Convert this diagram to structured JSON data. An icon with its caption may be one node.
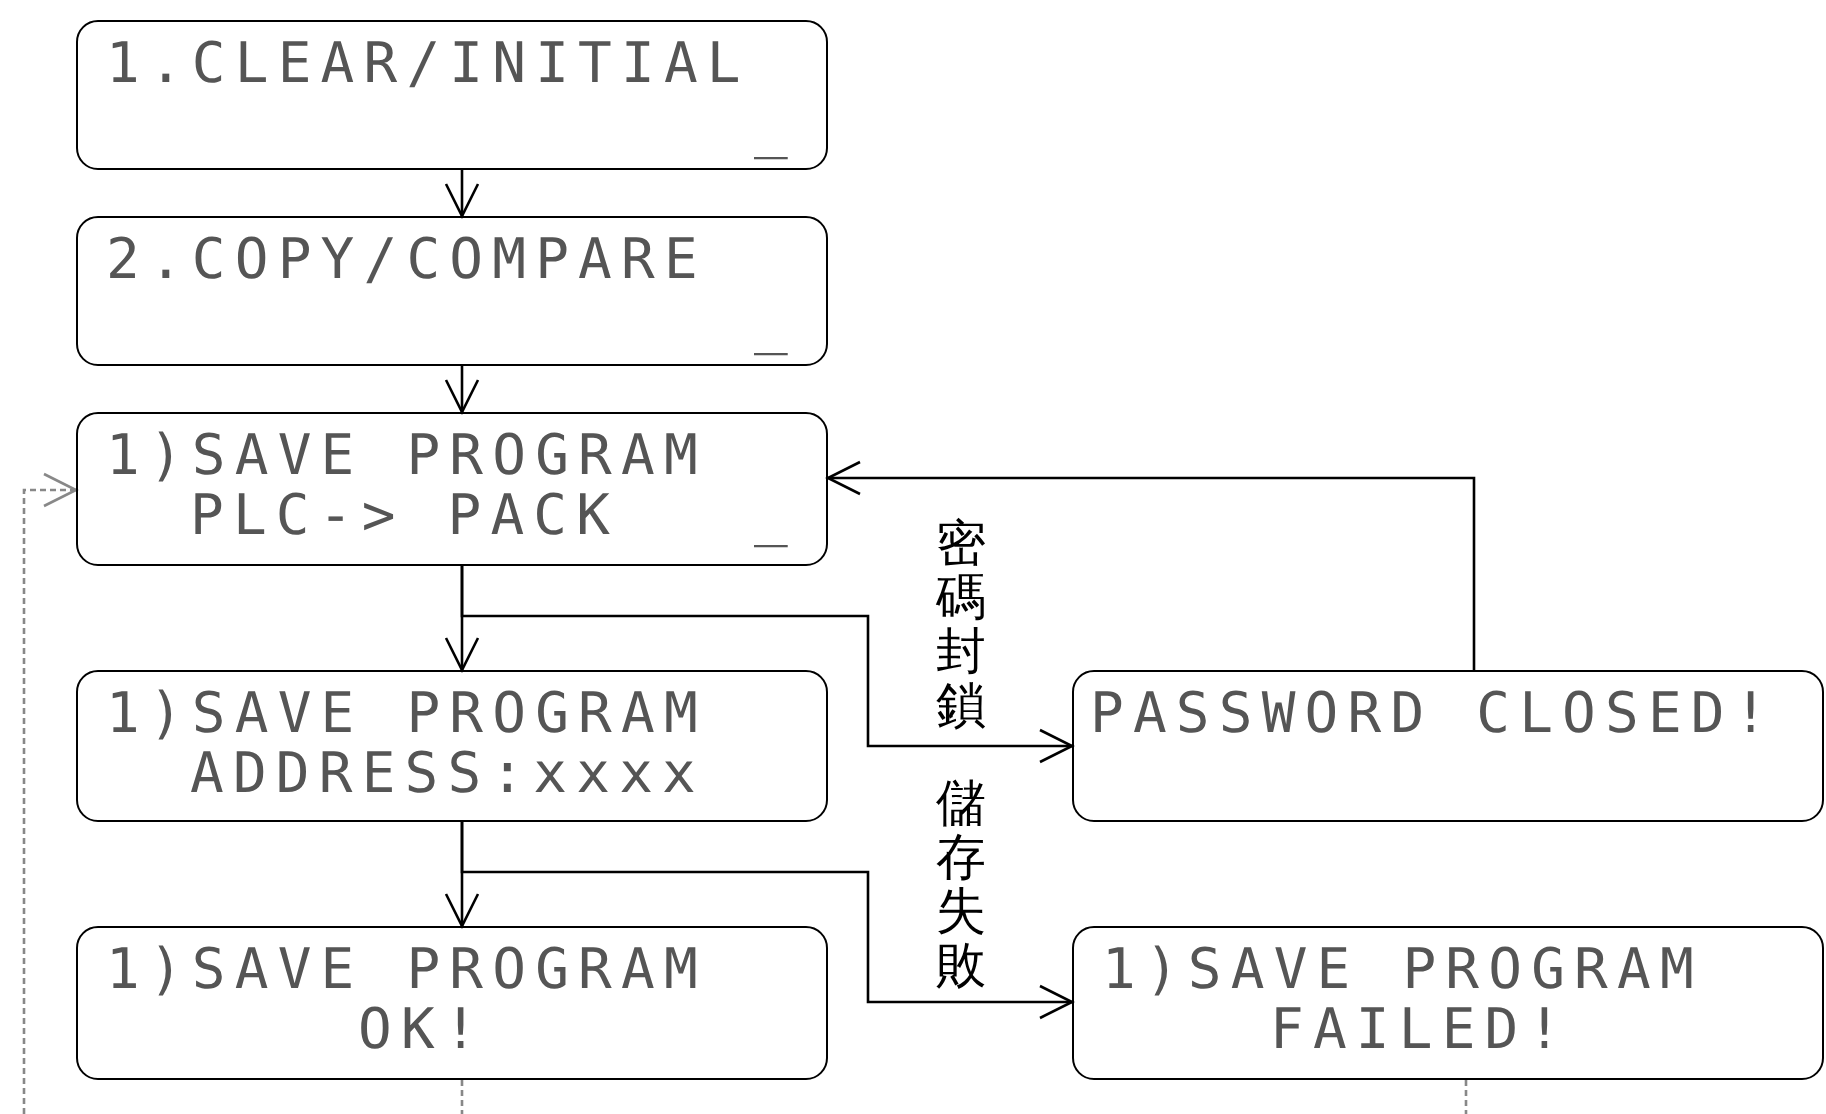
{
  "diagram": {
    "nodes": [
      {
        "text": [
          "1.CLEAR/INITIAL",
          "_"
        ]
      },
      {
        "text": [
          "2.COPY/COMPARE",
          "_"
        ]
      },
      {
        "text": [
          "1)SAVE PROGRAM",
          "PLC-> PACK",
          "_"
        ]
      },
      {
        "text": [
          "1)SAVE PROGRAM",
          "ADDRESS:xxxx"
        ]
      },
      {
        "text": [
          "PASSWORD CLOSED!"
        ]
      },
      {
        "text": [
          "1)SAVE PROGRAM",
          "OK!"
        ]
      },
      {
        "text": [
          "1)SAVE PROGRAM",
          "FAILED!"
        ]
      }
    ],
    "edges": [
      {
        "from": 0,
        "to": 1,
        "arrow": "to"
      },
      {
        "from": 1,
        "to": 2,
        "arrow": "to"
      },
      {
        "from": 2,
        "to": 3,
        "arrow": "to"
      },
      {
        "from": 2,
        "to": 4,
        "arrow": "to",
        "label": "密碼封鎖"
      },
      {
        "from": 4,
        "to": 2,
        "arrow": "to"
      },
      {
        "from": 3,
        "to": 5,
        "arrow": "to"
      },
      {
        "from": 3,
        "to": 6,
        "arrow": "to",
        "label": "儲存失敗"
      },
      {
        "from": 5,
        "to": null,
        "arrow": "none",
        "style": "dashed",
        "color": "#888888"
      },
      {
        "from": 6,
        "to": null,
        "arrow": "none",
        "style": "dashed",
        "color": "#888888"
      },
      {
        "from": null,
        "to": 2,
        "arrow": "to",
        "style": "dashed",
        "color": "#888888"
      }
    ]
  }
}
